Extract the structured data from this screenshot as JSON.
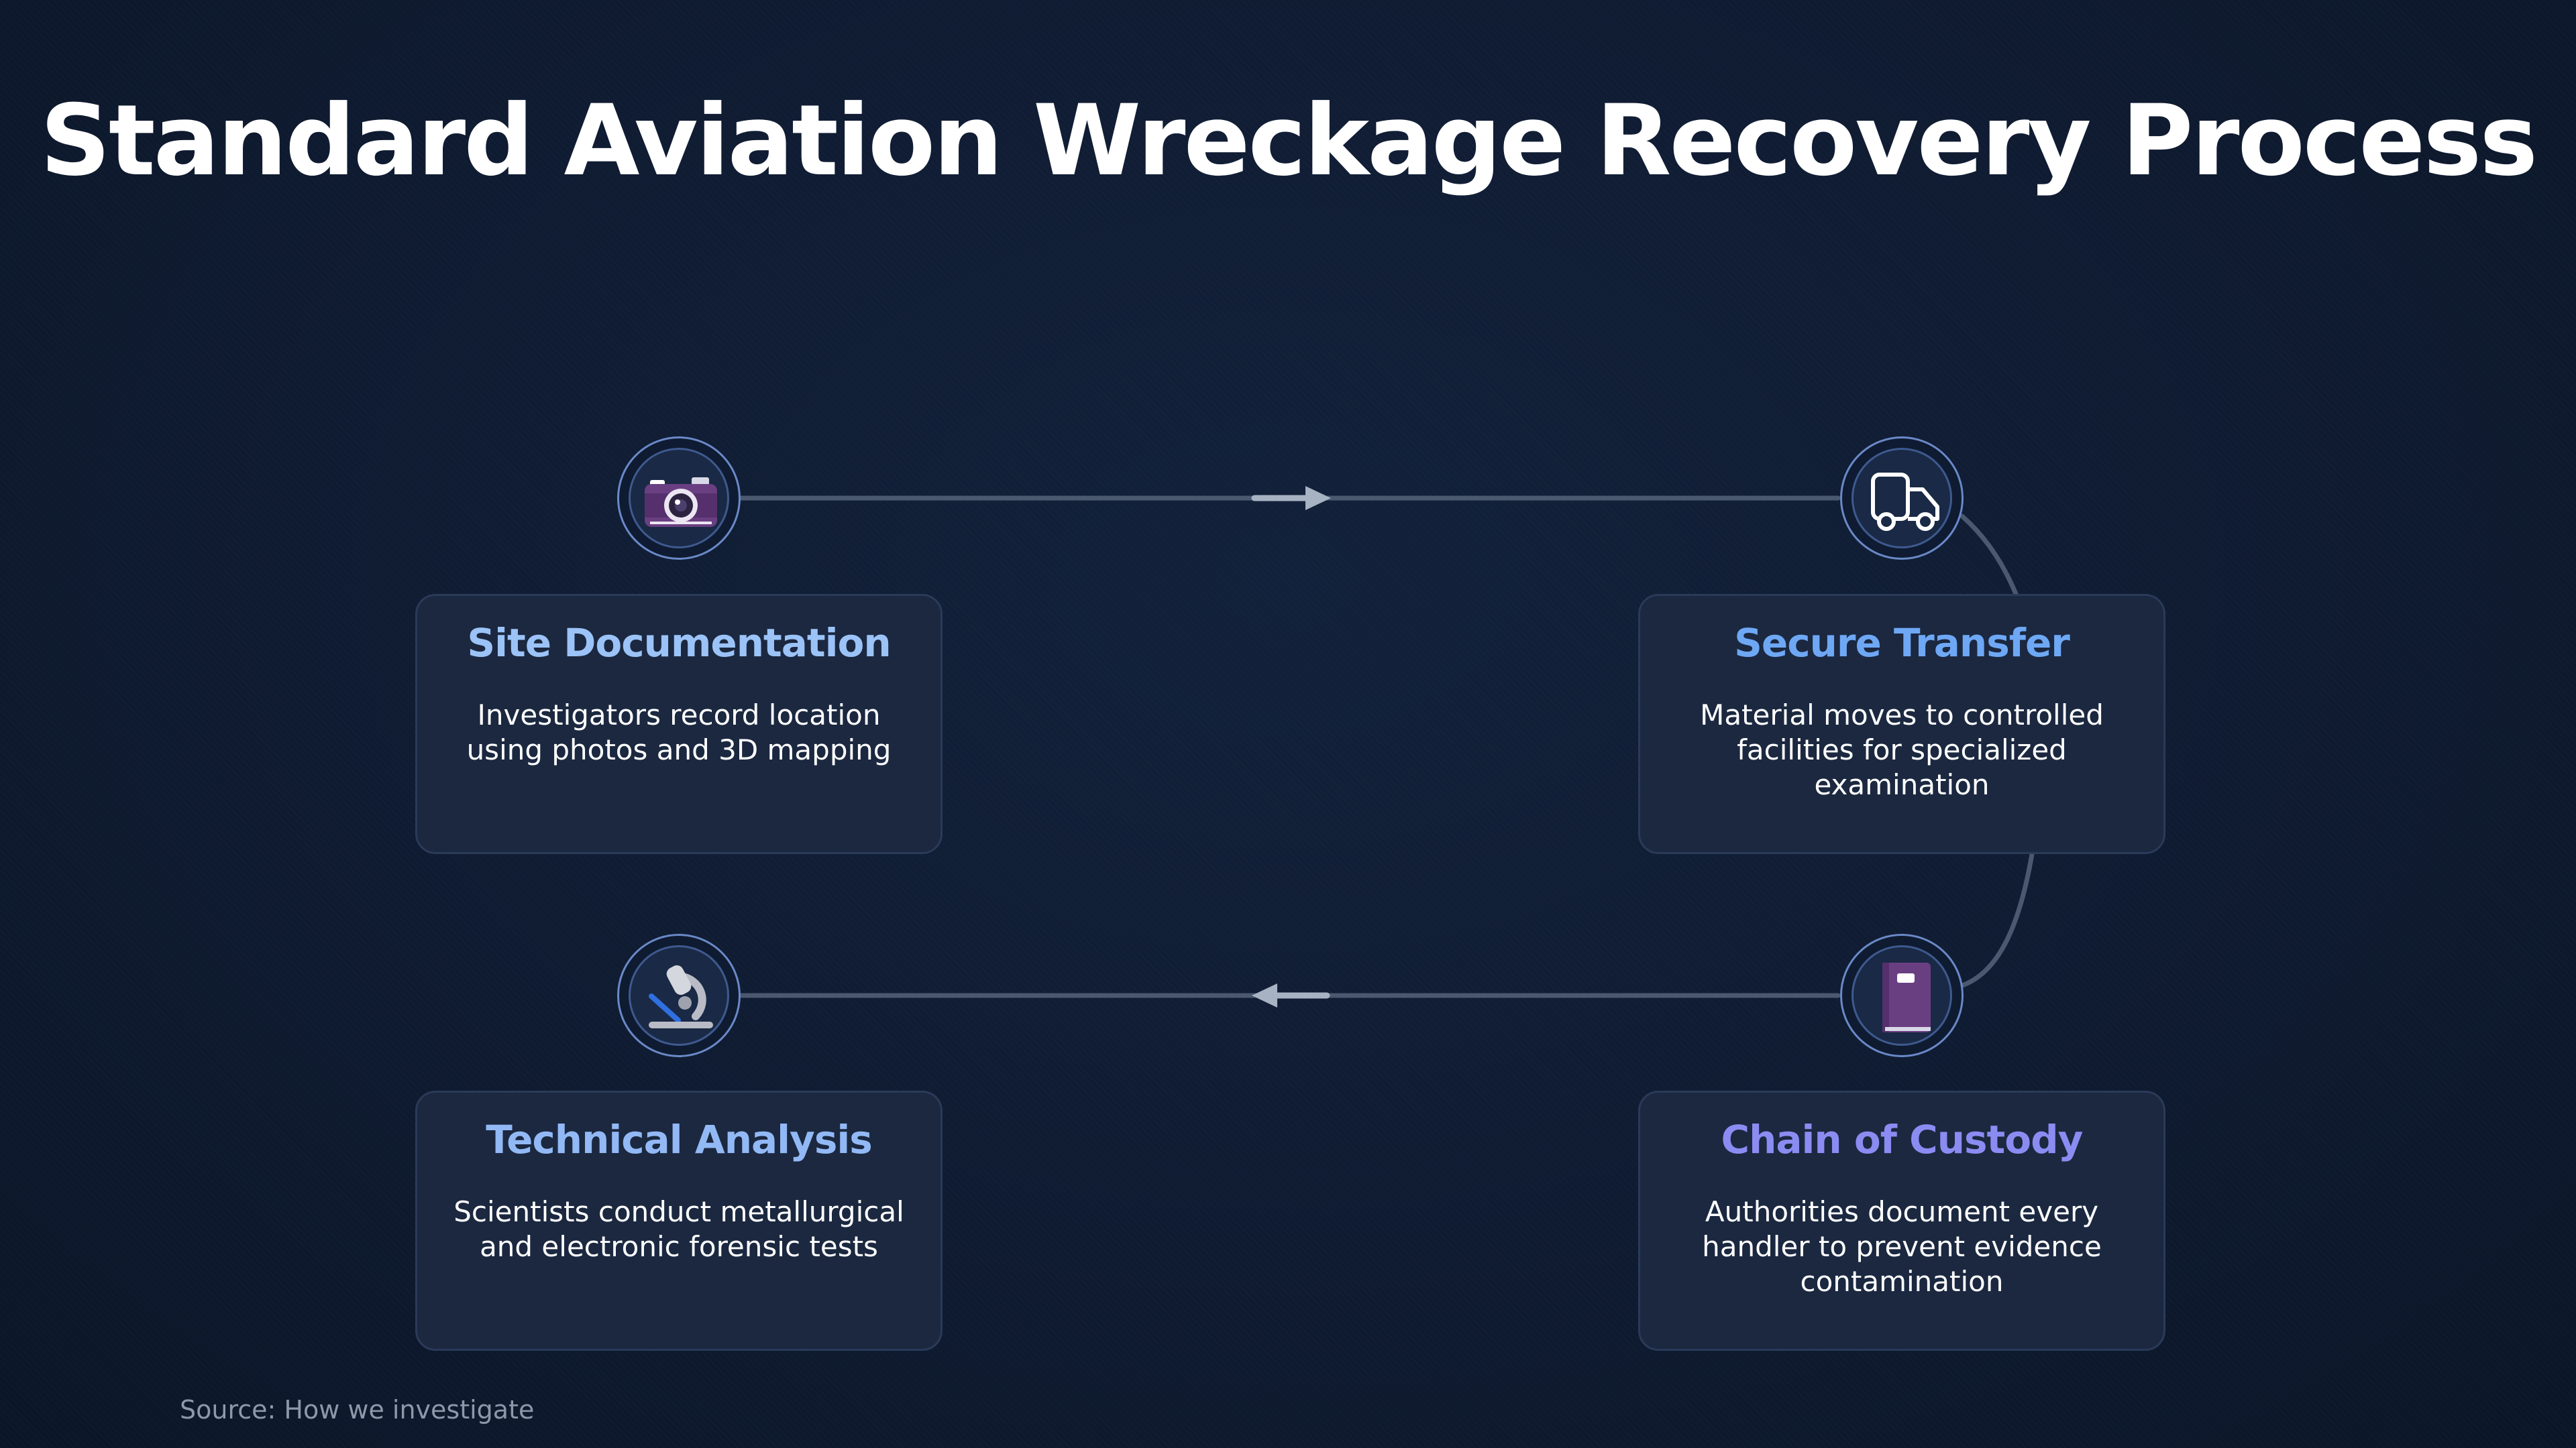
{
  "title": "Standard Aviation Wreckage Recovery Process",
  "colors": {
    "background": "#0f1b31",
    "card": "#1b2840",
    "connector": "#4a5870",
    "arrow": "#a7b2c2",
    "title": "#ffffff",
    "text": "#ffffff",
    "source": "#8d98ab"
  },
  "steps": [
    {
      "title": "Site Documentation",
      "description": "Investigators record location using photos and 3D mapping",
      "icon": "camera-icon",
      "title_color": "#9bc3f7"
    },
    {
      "title": "Secure Transfer",
      "description": "Material moves to controlled facilities for specialized examination",
      "icon": "truck-icon",
      "title_color": "#6ea8f5"
    },
    {
      "title": "Chain of Custody",
      "description": "Authorities document every handler to prevent evidence contamination",
      "icon": "notebook-icon",
      "title_color": "#8b8cf2"
    },
    {
      "title": "Technical Analysis",
      "description": "Scientists conduct metallurgical and electronic forensic tests",
      "icon": "microscope-icon",
      "title_color": "#92b9f5"
    }
  ],
  "source": "Source: How we investigate"
}
